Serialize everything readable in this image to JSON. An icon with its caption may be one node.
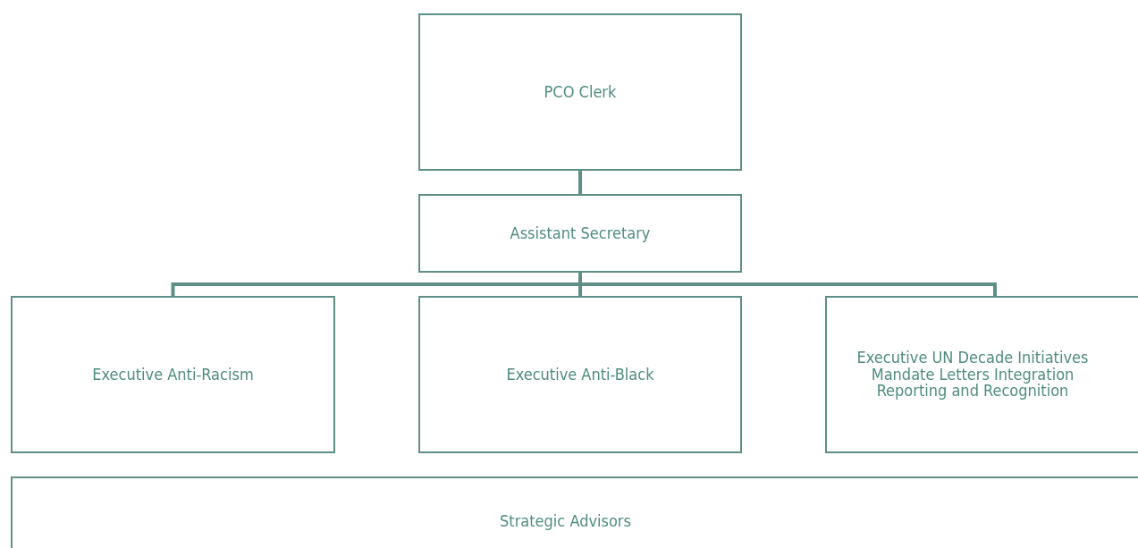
{
  "diagram": {
    "nodes": [
      {
        "text": [
          "PCO Clerk"
        ]
      },
      {
        "text": [
          "Assistant Secretary"
        ]
      },
      {
        "text": [
          "Executive Anti-Racism"
        ]
      },
      {
        "text": [
          "Executive Anti-Black"
        ]
      },
      {
        "text": [
          "Executive UN Decade Initiatives Mandate Letters Integration Reporting and Recognition"
        ]
      },
      {
        "text": [
          "Strategic Advisors"
        ]
      }
    ],
    "edges": [
      {
        "from": 0,
        "to": 1,
        "arrow": "none"
      },
      {
        "from": 1,
        "to": 2,
        "arrow": "none"
      },
      {
        "from": 1,
        "to": 3,
        "arrow": "none"
      },
      {
        "from": 1,
        "to": 4,
        "arrow": "none"
      }
    ]
  }
}
